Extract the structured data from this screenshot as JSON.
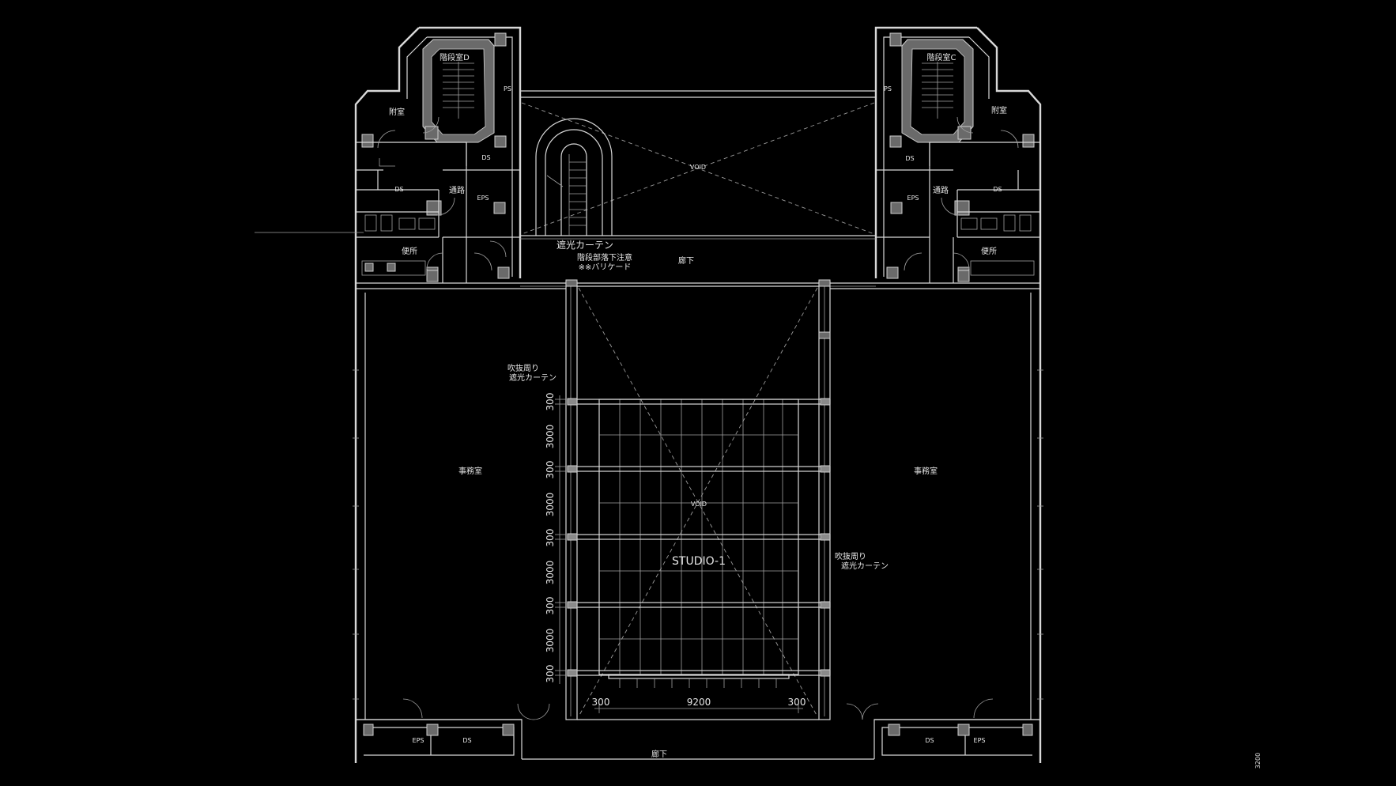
{
  "labels": {
    "stair_d": "階段室D",
    "stair_c": "階段室C",
    "ps": "PS",
    "annex": "附室",
    "ds": "DS",
    "eps": "EPS",
    "passage": "通路",
    "toilet": "便所",
    "void": "VOID",
    "blackout_curtain": "遮光カーテン",
    "stair_warning_1": "階段部落下注意",
    "stair_warning_2": "※※バリケード",
    "corridor": "廊下",
    "office": "事務室",
    "atrium_line_1": "吹抜周り",
    "atrium_line_2": "遮光カーテン",
    "studio": "STUDIO-1",
    "scale": "3200"
  },
  "dimensions": {
    "vertical": [
      "300",
      "3000",
      "300",
      "3000",
      "300",
      "3000",
      "300",
      "3000",
      "300"
    ],
    "bottom": [
      "300",
      "9200",
      "300"
    ]
  }
}
